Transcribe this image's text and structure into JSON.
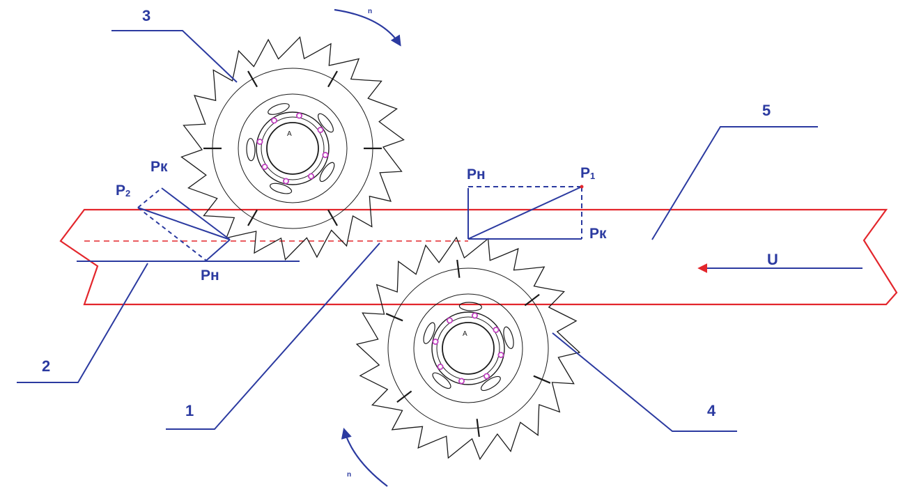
{
  "colors": {
    "leader": "#2b3aa0",
    "board": "#e3262c",
    "saw": "#1a1a1a",
    "bolt": "#c03fc0",
    "background": "#ffffff"
  },
  "callouts": {
    "c1": "1",
    "c2": "2",
    "c3": "3",
    "c4": "4",
    "c5": "5"
  },
  "forces": {
    "left": {
      "pk": "Pк",
      "p2_main": "P",
      "p2_sub": "2",
      "ph": "Pн"
    },
    "right": {
      "ph": "Pн",
      "p1_main": "P",
      "p1_sub": "1",
      "pk": "Pк"
    }
  },
  "rotation": {
    "top": "n",
    "bottom": "n"
  },
  "feed": {
    "label": "U"
  },
  "saw": {
    "teeth": 22,
    "hub_marks": [
      "A",
      "A"
    ]
  }
}
